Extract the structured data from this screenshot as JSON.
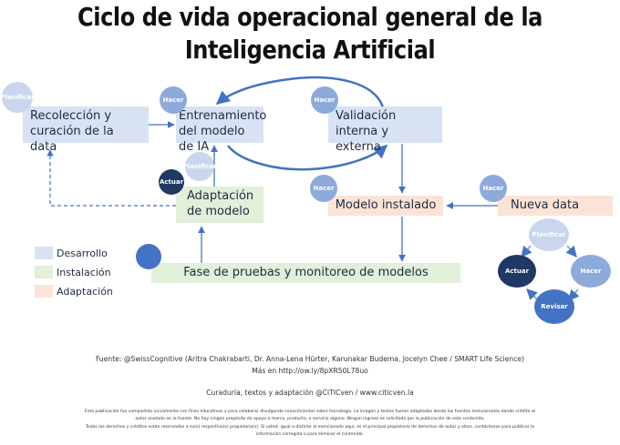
{
  "title": {
    "line1": "Ciclo de vida operacional general de la",
    "line2": "Inteligencia Artificial"
  },
  "boxes": {
    "recoleccion": "Recolección y curación de la data",
    "entrenamiento": "Entrenamiento del modelo de IA",
    "validacion": "Validación interna y externa",
    "adaptacion": "Adaptación de modelo",
    "instalado": "Modelo instalado",
    "nueva_data": "Nueva data",
    "pruebas": "Fase de pruebas y monitoreo de modelos"
  },
  "badges": {
    "planificar": "Planificar",
    "hacer": "Hacer",
    "actuar": "Actuar",
    "revisar": "Revisar"
  },
  "legend": {
    "desarrollo": "Desarrollo",
    "instalacion": "Instalación",
    "adaptacion": "Adaptación"
  },
  "colors": {
    "desarrollo": "#d9e2f3",
    "instalacion": "#e2efd9",
    "adaptacion": "#fbe3d6",
    "arrow": "#4472c4"
  },
  "footer": {
    "fuente": "Fuente: @SwissCognitive (Aritra Chakrabarti, Dr. Anna-Lena Hürter, Karunakar Budema, Jocelyn Chee / SMART Life Science)",
    "mas": "Más en http://ow.ly/8pXR50L78uo",
    "curaduria": "Curaduría, textos y adaptación @CiTICven / www.citicven.la",
    "legal1": "Esta publicación fue compartida únicamente con fines educativos y para colaborar divulgando conocimientos sobre tecnología. La imagen y textos fueron adaptados desde las fuentes mencionadas dando crédito al",
    "legal2": "autor anotado en la fuente. No hay ningún propósito de apoyo a marca, producto, o servicio alguno. Ningún ingreso es solicitado por la publicación de este contenido.",
    "legal3": "Todos los derechos y créditos están reservados a su(s) respectivo(s) propietario(s). Si usted, igual a distinto al mencionado aquí, es el principal propietario de derechos de autor y otros, contáctenos para publicar la",
    "legal4": "información corregida o para eliminar el contenido."
  }
}
